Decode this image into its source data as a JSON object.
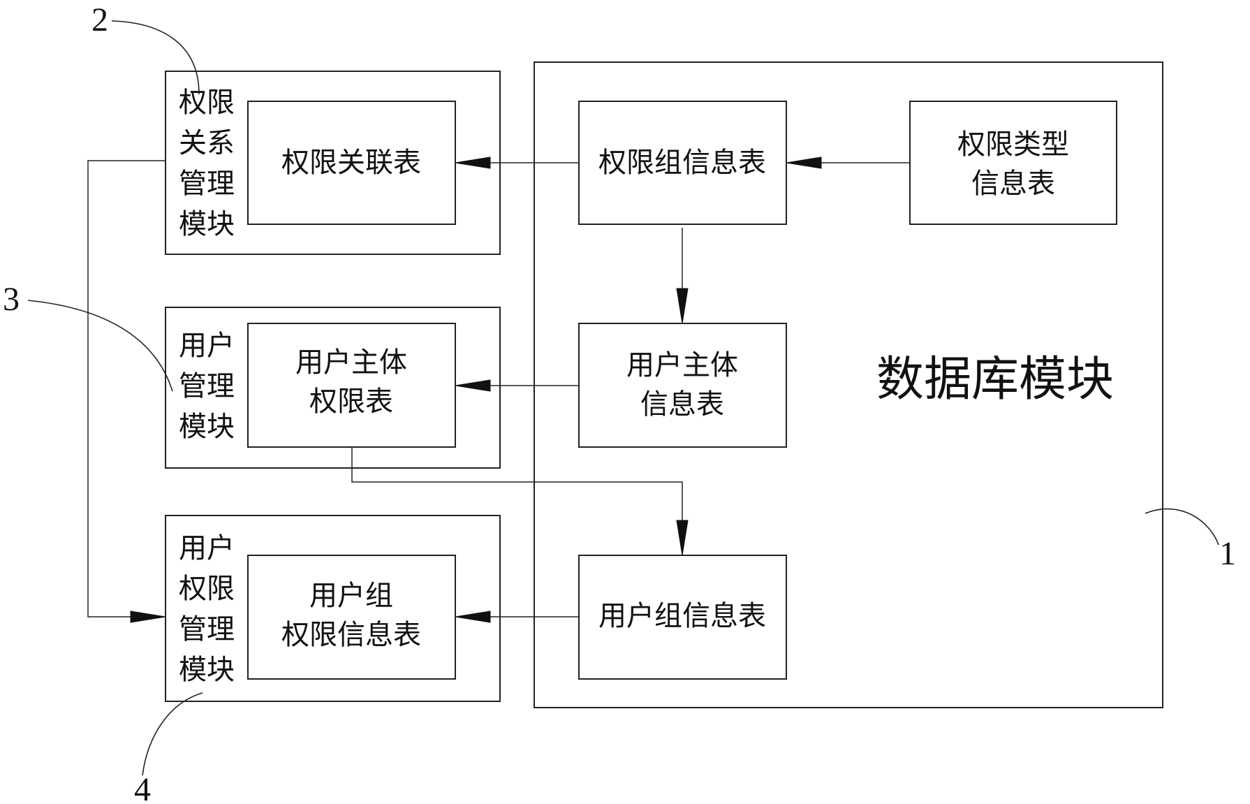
{
  "database_module": {
    "label": "数据库模块",
    "ref_number": "1",
    "tables": {
      "permission_type_info": {
        "lines": [
          "权限类型",
          "信息表"
        ]
      },
      "permission_group_info": {
        "lines": [
          "权限组信息表"
        ]
      },
      "user_subject_info": {
        "lines": [
          "用户主体",
          "信息表"
        ]
      },
      "user_group_info": {
        "lines": [
          "用户组信息表"
        ]
      }
    }
  },
  "permission_relation_module": {
    "label_lines": [
      "权限",
      "关系",
      "管理",
      "模块"
    ],
    "ref_number": "2",
    "table": {
      "lines": [
        "权限关联表"
      ]
    }
  },
  "user_management_module": {
    "label_lines": [
      "用户",
      "管理",
      "模块"
    ],
    "ref_number": "3",
    "table": {
      "lines": [
        "用户主体",
        "权限表"
      ]
    }
  },
  "user_permission_module": {
    "label_lines": [
      "用户",
      "权限",
      "管理",
      "模块"
    ],
    "ref_number": "4",
    "table": {
      "lines": [
        "用户组",
        "权限信息表"
      ]
    }
  }
}
